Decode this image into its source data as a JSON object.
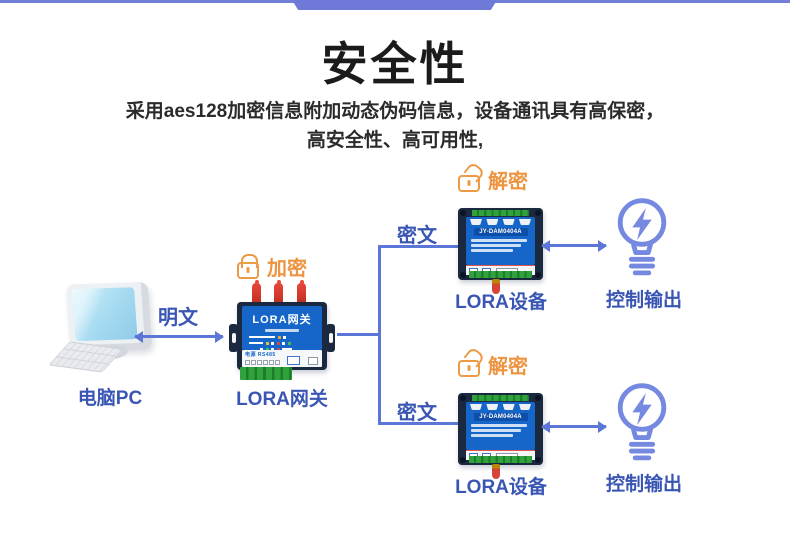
{
  "header": {
    "title": "安全性",
    "subtitle_lines": [
      "采用aes128加密信息附加动态伪码信息，设备通讯具有高保密，",
      "高安全性、高可用性,"
    ]
  },
  "pc": {
    "label": "电脑PC",
    "icon": "desktop-computer-icon"
  },
  "flow": {
    "plain_text_label": "明文"
  },
  "gateway": {
    "encrypt_label": "加密",
    "encrypt_icon": "lock-closed-icon",
    "front_title": "LORA网关",
    "power_text": "电源 RS485",
    "label": "LORA网关"
  },
  "branches": [
    {
      "cipher_label": "密文",
      "decrypt_label": "解密",
      "decrypt_icon": "lock-open-icon",
      "device_model": "JY-DAM0404A",
      "device_label": "LORA设备",
      "output_label": "控制输出",
      "output_icon": "lightbulb-lightning-icon"
    },
    {
      "cipher_label": "密文",
      "decrypt_label": "解密",
      "decrypt_icon": "lock-open-icon",
      "device_model": "JY-DAM0404A",
      "device_label": "LORA设备",
      "output_label": "控制输出",
      "output_icon": "lightbulb-lightning-icon"
    }
  ],
  "colors": {
    "top_bar": "#6f79d8",
    "line_accent": "#5b76d6",
    "label_blue": "#3a56b4",
    "orange": "#ed9a45",
    "panel_blue": "#1566c8",
    "device_navy": "#1a2840",
    "terminal_green": "#2fa23c",
    "antenna_red": "#d84338",
    "bulb_stroke": "#7589e0",
    "screen_blue": "#a5daf0"
  }
}
